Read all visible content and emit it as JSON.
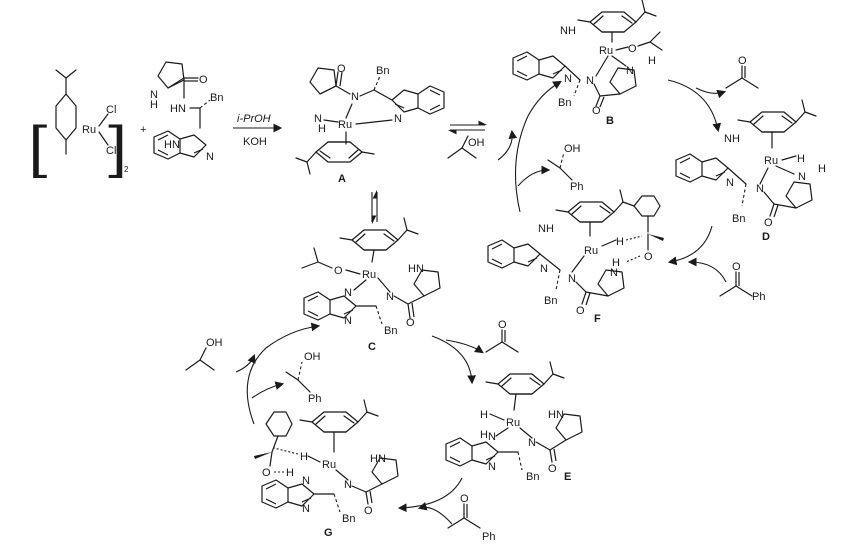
{
  "precursor": {
    "metal": "Ru",
    "chloride_1": "Cl",
    "chloride_2": "Cl",
    "dimer_subscript": "2",
    "plus_sign": "+"
  },
  "ligand": {
    "nh": "H",
    "n": "N",
    "o": "O",
    "hn": "HN",
    "bn": "Bn",
    "imid_n": "N",
    "imid_hn": "HN",
    "ring_n": "N"
  },
  "conditions": {
    "solvent": "i-PrOH",
    "base": "KOH"
  },
  "labels": {
    "A": "A",
    "B": "B",
    "C": "C",
    "D": "D",
    "E": "E",
    "F": "F",
    "G": "G"
  },
  "atoms": {
    "ru": "Ru",
    "n": "N",
    "h": "H",
    "o": "O",
    "nh": "NH",
    "hn": "HN",
    "bn": "Bn",
    "oh": "OH",
    "ph": "Ph",
    "nh_ring": "N",
    "h_label": "H"
  },
  "molecules": {
    "isopropanol_label": "OH",
    "acetone_label": "O",
    "acetophenone_label": "O",
    "acetophenone_ph": "Ph",
    "phenylethanol_oh": "OH",
    "phenylethanol_ph": "Ph"
  }
}
